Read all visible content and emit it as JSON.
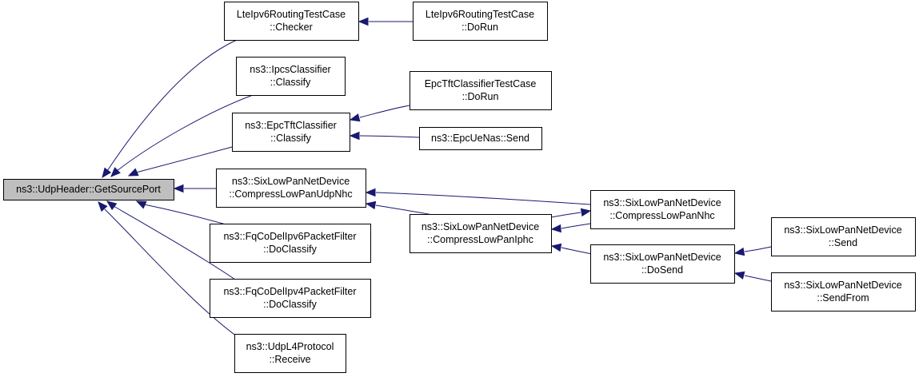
{
  "diagram": {
    "colors": {
      "edge": "#191970",
      "root_fill": "#bfbfbf",
      "node_fill": "#ffffff",
      "border": "#000000"
    },
    "nodes": [
      {
        "id": "root",
        "lines": [
          "ns3::UdpHeader::GetSourcePort"
        ]
      },
      {
        "id": "lte_checker",
        "lines": [
          "LteIpv6RoutingTestCase",
          "::Checker"
        ]
      },
      {
        "id": "lte_dorun",
        "lines": [
          "LteIpv6RoutingTestCase",
          "::DoRun"
        ]
      },
      {
        "id": "ipcs",
        "lines": [
          "ns3::IpcsClassifier",
          "::Classify"
        ]
      },
      {
        "id": "epc_tft",
        "lines": [
          "ns3::EpcTftClassifier",
          "::Classify"
        ]
      },
      {
        "id": "epc_test",
        "lines": [
          "EpcTftClassifierTestCase",
          "::DoRun"
        ]
      },
      {
        "id": "epc_uenas",
        "lines": [
          "ns3::EpcUeNas::Send"
        ]
      },
      {
        "id": "six_udpnhc",
        "lines": [
          "ns3::SixLowPanNetDevice",
          "::CompressLowPanUdpNhc"
        ]
      },
      {
        "id": "six_nhc",
        "lines": [
          "ns3::SixLowPanNetDevice",
          "::CompressLowPanNhc"
        ]
      },
      {
        "id": "six_iphc",
        "lines": [
          "ns3::SixLowPanNetDevice",
          "::CompressLowPanIphc"
        ]
      },
      {
        "id": "six_dosend",
        "lines": [
          "ns3::SixLowPanNetDevice",
          "::DoSend"
        ]
      },
      {
        "id": "six_send",
        "lines": [
          "ns3::SixLowPanNetDevice",
          "::Send"
        ]
      },
      {
        "id": "six_sendfrom",
        "lines": [
          "ns3::SixLowPanNetDevice",
          "::SendFrom"
        ]
      },
      {
        "id": "fq6",
        "lines": [
          "ns3::FqCoDelIpv6PacketFilter",
          "::DoClassify"
        ]
      },
      {
        "id": "fq4",
        "lines": [
          "ns3::FqCoDelIpv4PacketFilter",
          "::DoClassify"
        ]
      },
      {
        "id": "udpl4",
        "lines": [
          "ns3::UdpL4Protocol",
          "::Receive"
        ]
      }
    ],
    "edges": [
      {
        "from": "lte_checker",
        "to": "root"
      },
      {
        "from": "ipcs",
        "to": "root"
      },
      {
        "from": "epc_tft",
        "to": "root"
      },
      {
        "from": "six_udpnhc",
        "to": "root"
      },
      {
        "from": "fq6",
        "to": "root"
      },
      {
        "from": "fq4",
        "to": "root"
      },
      {
        "from": "udpl4",
        "to": "root"
      },
      {
        "from": "lte_dorun",
        "to": "lte_checker"
      },
      {
        "from": "epc_test",
        "to": "epc_tft"
      },
      {
        "from": "epc_uenas",
        "to": "epc_tft"
      },
      {
        "from": "six_nhc",
        "to": "six_udpnhc"
      },
      {
        "from": "six_iphc",
        "to": "six_udpnhc"
      },
      {
        "from": "six_nhc",
        "to": "six_iphc"
      },
      {
        "from": "six_iphc",
        "to": "six_nhc"
      },
      {
        "from": "six_dosend",
        "to": "six_iphc"
      },
      {
        "from": "six_send",
        "to": "six_dosend"
      },
      {
        "from": "six_sendfrom",
        "to": "six_dosend"
      }
    ]
  }
}
